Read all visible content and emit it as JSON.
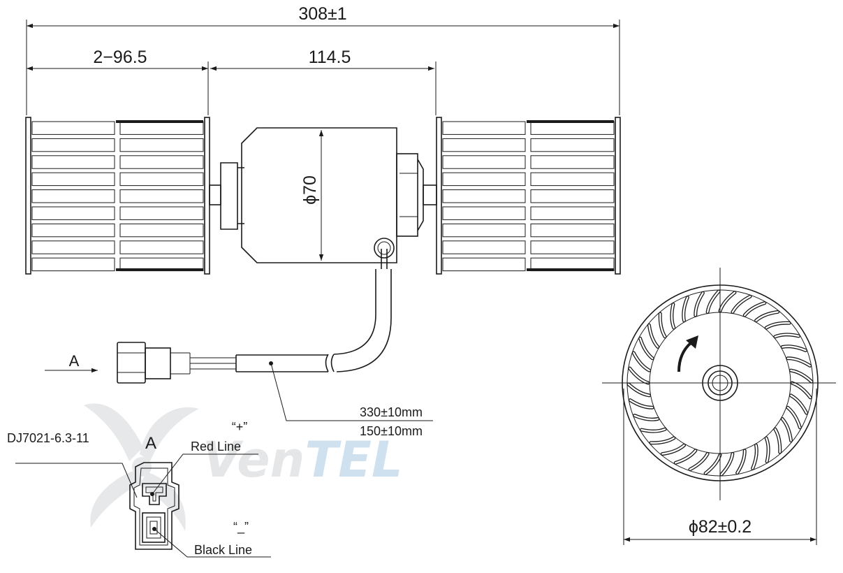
{
  "dimensions": {
    "overall_length": "308±1",
    "wheel_width": "2−96.5",
    "motor_span": "114.5",
    "motor_diameter": "ϕ70",
    "wheel_diameter": "ϕ82±0.2"
  },
  "cable": {
    "length_long": "330±10mm",
    "length_short": "150±10mm"
  },
  "connector": {
    "view_arrow_label": "A",
    "view_label": "A",
    "part_number": "DJ7021-6.3-11",
    "positive_terminal": "“+”",
    "negative_terminal": "“_”",
    "positive_wire": "Red Line",
    "negative_wire": "Black Line"
  },
  "watermark": {
    "brand": "VenTEL",
    "colors": {
      "gray": "#e4e6e8",
      "blue": "#cfe0ee"
    }
  }
}
